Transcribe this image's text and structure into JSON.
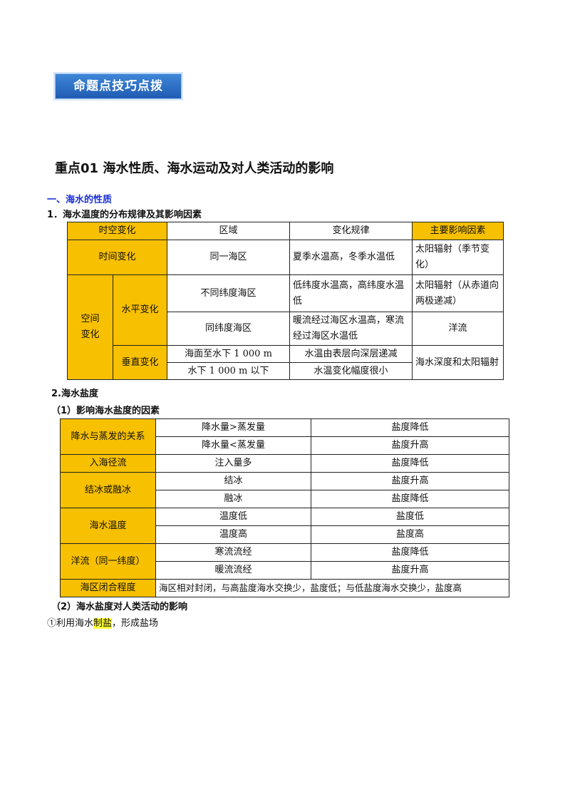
{
  "banner": {
    "title": "命题点技巧点拨"
  },
  "heading": "重点01  海水性质、海水运动及对人类活动的影响",
  "section1": "一、海水的性质",
  "sub1": "1．海水温度的分布规律及其影响因素",
  "table1": {
    "headers": [
      "时空变化",
      "区域",
      "变化规律",
      "主要影响因素"
    ],
    "time_change": "时间变化",
    "time_region": "同一海区",
    "time_rule": "夏季水温高，冬季水温低",
    "time_factor": "太阳辐射（季节变化）",
    "space_change": "空间变化",
    "horizontal": "水平变化",
    "h1_region": "不同纬度海区",
    "h1_rule": "低纬度水温高，高纬度水温低",
    "h1_factor": "太阳辐射（从赤道向两极递减）",
    "h2_region": "同纬度海区",
    "h2_rule": "暖流经过海区水温高，寒流经过海区水温低",
    "h2_factor": "洋流",
    "vertical": "垂直变化",
    "v1_region": "海面至水下 1 000 m",
    "v1_rule": "水温由表层向深层递减",
    "v_factor": "海水深度和太阳辐射",
    "v2_region": "水下 1 000 m 以下",
    "v2_rule": "水温变化幅度很小"
  },
  "sub2": "2.海水盐度",
  "sub2_1": "（1）影响海水盐度的因素",
  "table2": {
    "r1_factor": "降水与蒸发的关系",
    "r1a_cond": "降水量>蒸发量",
    "r1a_res": "盐度降低",
    "r1b_cond": "降水量<蒸发量",
    "r1b_res": "盐度升高",
    "r2_factor": "入海径流",
    "r2_cond": "注入量多",
    "r2_res": "盐度降低",
    "r3_factor": "结冰或融冰",
    "r3a_cond": "结冰",
    "r3a_res": "盐度升高",
    "r3b_cond": "融冰",
    "r3b_res": "盐度降低",
    "r4_factor": "海水温度",
    "r4a_cond": "温度低",
    "r4a_res": "盐度低",
    "r4b_cond": "温度高",
    "r4b_res": "盐度高",
    "r5_factor": "洋流（同一纬度）",
    "r5a_cond": "寒流流经",
    "r5a_res": "盐度降低",
    "r5b_cond": "暖流流经",
    "r5b_res": "盐度升高",
    "r6_factor": "海区闭合程度",
    "r6_desc": "海区相对封闭，与高盐度海水交换少，盐度低；与低盐度海水交换少，盐度高"
  },
  "sub2_2": "（2）海水盐度对人类活动的影响",
  "para": {
    "prefix": "①利用海水",
    "highlight": "制盐",
    "suffix": "，形成盐场"
  }
}
